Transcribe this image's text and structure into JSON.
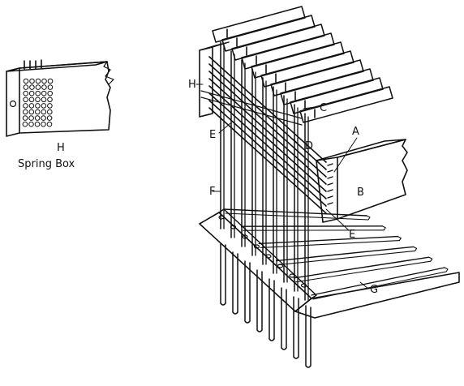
{
  "figure": {
    "caption": "Spring Box",
    "inset_label": "H",
    "labels": {
      "A": "A",
      "B": "B",
      "C": "C",
      "D": "D",
      "E_upper": "E",
      "E_lower": "E",
      "F": "F",
      "G": "G",
      "H": "H"
    }
  }
}
